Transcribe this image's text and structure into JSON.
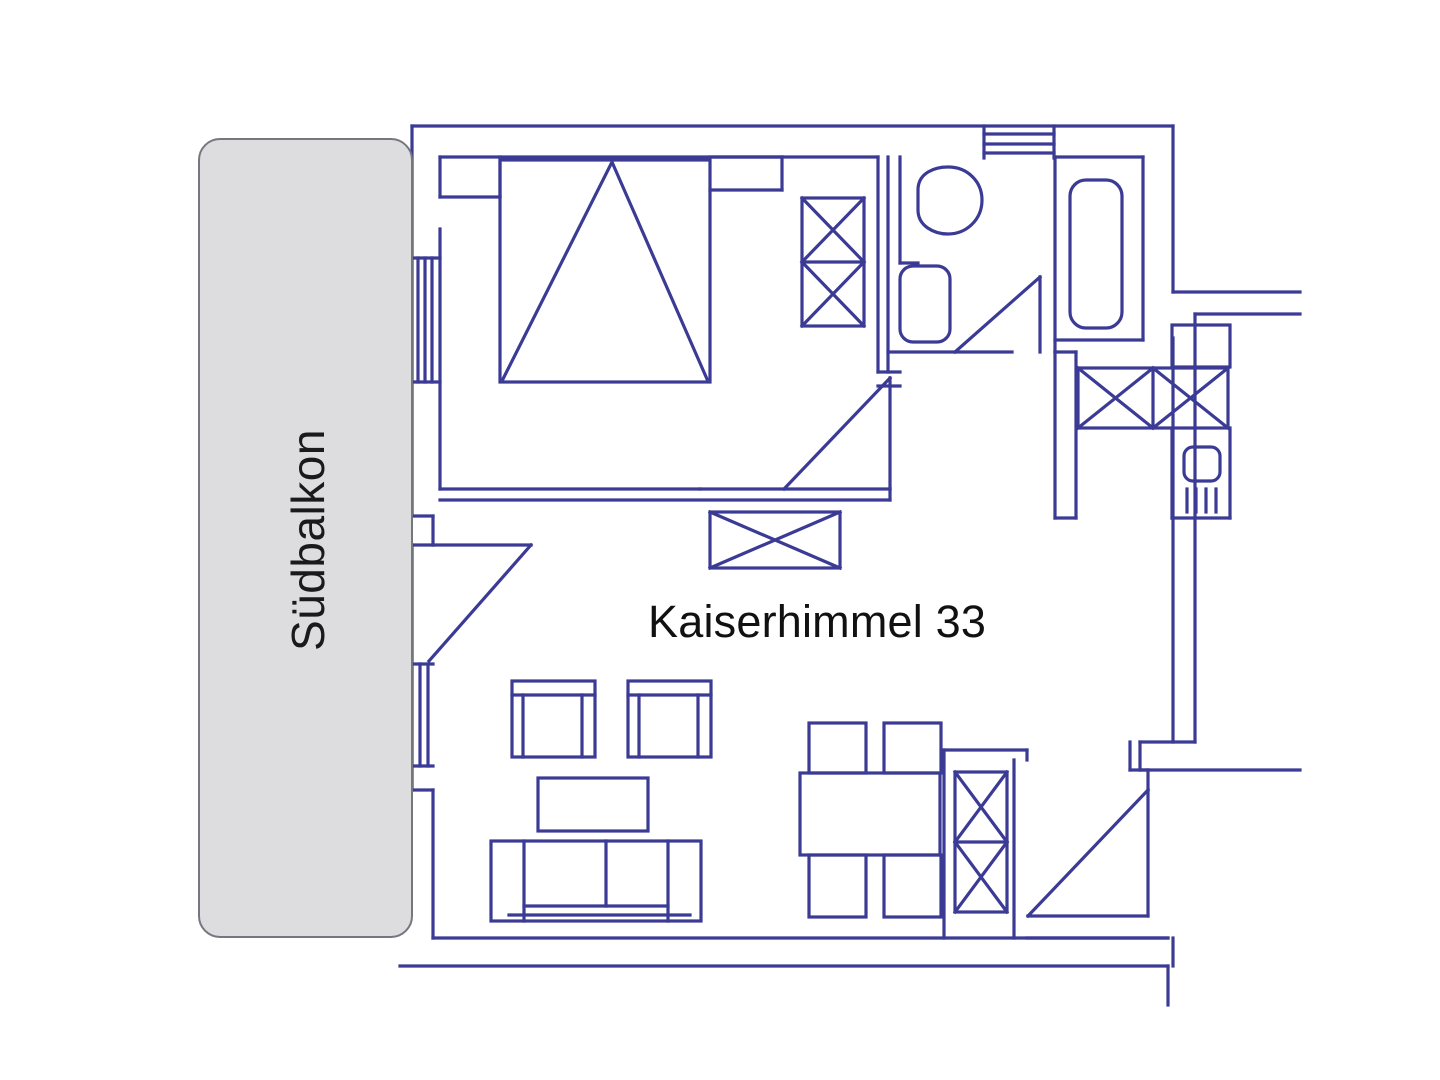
{
  "document": {
    "type": "architectural-floor-plan",
    "title": "Kaiserhimmel 33",
    "background_color": "#ffffff",
    "line_color": "#3b3b96"
  },
  "title": {
    "text": "Kaiserhimmel 33"
  },
  "balcony": {
    "label": "Südbalkon",
    "fill_color": "#dddde0",
    "border_color": "#76767f"
  },
  "rooms": [
    {
      "name": "bedroom",
      "label": ""
    },
    {
      "name": "bathroom",
      "label": ""
    },
    {
      "name": "kitchen",
      "label": ""
    },
    {
      "name": "living-dining",
      "label": ""
    },
    {
      "name": "entrance-hall",
      "label": ""
    }
  ],
  "fixtures": [
    {
      "name": "bed",
      "room": "bedroom"
    },
    {
      "name": "wardrobe-bedroom",
      "room": "bedroom"
    },
    {
      "name": "wardrobe-hall-upper",
      "room": "bedroom"
    },
    {
      "name": "wardrobe-hall-lower",
      "room": "living-dining"
    },
    {
      "name": "toilet",
      "room": "bathroom"
    },
    {
      "name": "washbasin",
      "room": "bathroom"
    },
    {
      "name": "bathtub",
      "room": "bathroom"
    },
    {
      "name": "kitchen-cabinets",
      "room": "kitchen"
    },
    {
      "name": "kitchen-sink",
      "room": "kitchen"
    },
    {
      "name": "sofa",
      "room": "living-dining"
    },
    {
      "name": "armchair-left",
      "room": "living-dining"
    },
    {
      "name": "armchair-right",
      "room": "living-dining"
    },
    {
      "name": "coffee-table",
      "room": "living-dining"
    },
    {
      "name": "dining-table",
      "room": "living-dining"
    },
    {
      "name": "dining-chair-1",
      "room": "living-dining"
    },
    {
      "name": "dining-chair-2",
      "room": "living-dining"
    },
    {
      "name": "dining-chair-3",
      "room": "living-dining"
    },
    {
      "name": "dining-chair-4",
      "room": "living-dining"
    },
    {
      "name": "wardrobe-dining",
      "room": "living-dining"
    }
  ],
  "openings": [
    {
      "name": "balcony-door-upper",
      "type": "door"
    },
    {
      "name": "balcony-door-lower",
      "type": "door"
    },
    {
      "name": "window-top",
      "type": "window"
    },
    {
      "name": "entrance-door",
      "type": "door"
    },
    {
      "name": "bedroom-door",
      "type": "door"
    },
    {
      "name": "bathroom-door",
      "type": "door"
    }
  ]
}
